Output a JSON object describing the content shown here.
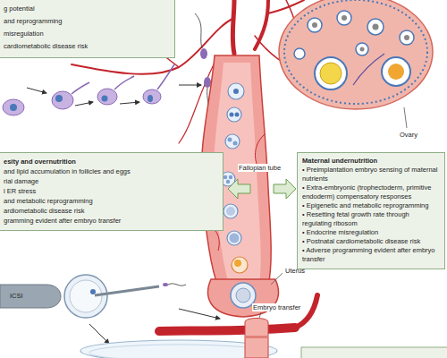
{
  "diagram": {
    "nodes": [
      {
        "text": [
          "g potential",
          "and reprogramming",
          "misregulation",
          "cardiometabolic disease risk"
        ]
      },
      {
        "text": [
          "esity and overnutrition",
          "and lipid accumulation in follicles and eggs",
          "rial damage",
          "l ER stress",
          "and metabolic reprogramming",
          "ardiometabolic disease risk",
          "gramming evident after embryo transfer"
        ]
      },
      {
        "text": [
          "Maternal undernutrition",
          "• Preimplantation embryo sensing of maternal nutrients",
          "• Extra-embryonic (trophectoderm, primitive endoderm) compensatory responses",
          "• Epigenetic and metabolic reprogramming",
          "• Resetting fetal growth rate through regulating ribosom",
          "• Endocrine misregulation",
          "• Postnatal cardiometabolic disease risk",
          "• Adverse programming evident after embryo transfer"
        ]
      }
    ],
    "labels": [
      "Ovary",
      "Fallopian tube",
      "Uterus",
      "Embryo transfer",
      "ICSI"
    ]
  }
}
